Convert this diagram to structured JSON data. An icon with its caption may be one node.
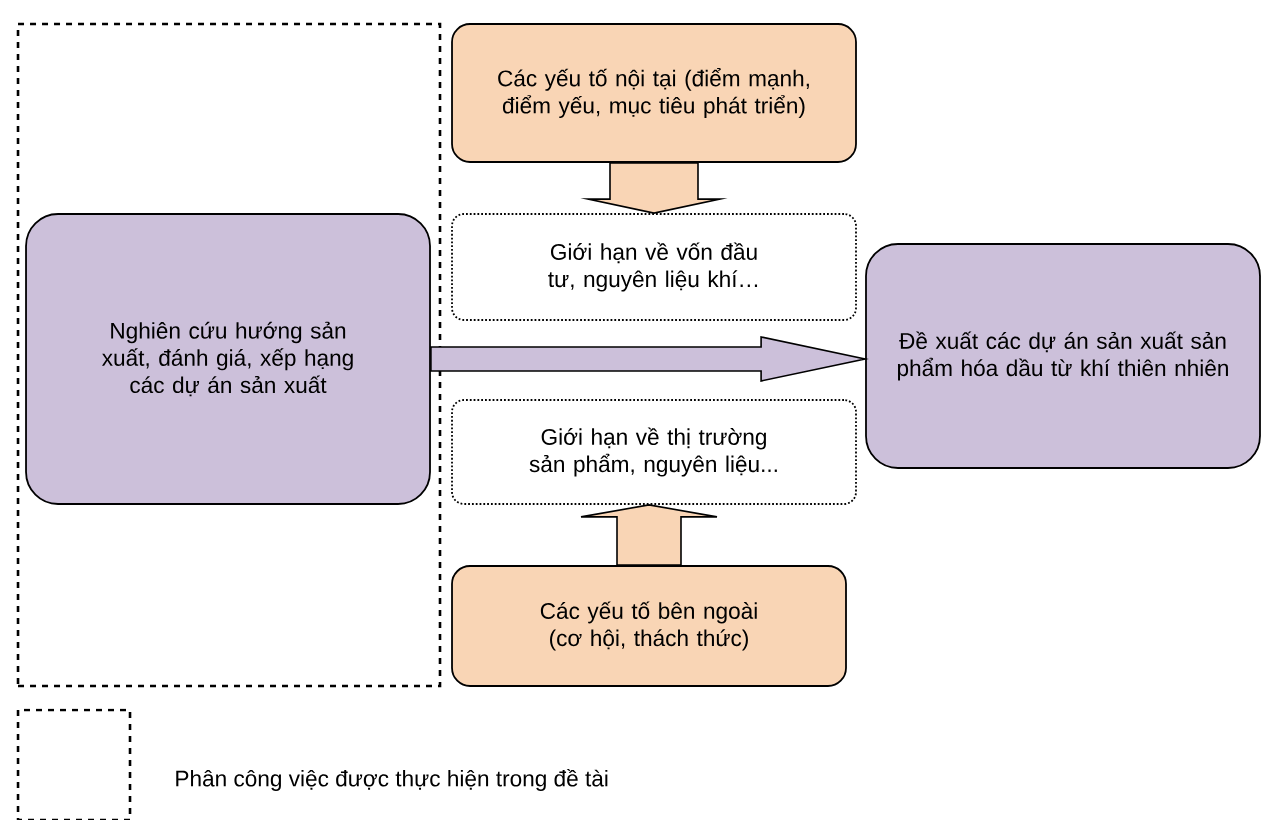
{
  "diagram": {
    "nodes": [
      {
        "text": [],
        "shape": "box"
      },
      {
        "text": [
          "Các yếu tố nội tại (điểm mạnh, điểm yếu, mục tiêu phát triển)"
        ]
      },
      {
        "text": [
          "Giới hạn về vốn đầu tư, nguyên liệu khí…"
        ]
      },
      {
        "text": [
          "Nghiên cứu hướng sản xuất, đánh giá, xếp hạng các dự án sản xuất"
        ],
        "in": 0
      },
      {
        "text": [
          "Đề xuất các dự án sản xuất sản phẩm hóa dầu từ khí thiên nhiên"
        ]
      },
      {
        "text": [
          "Giới hạn về thị trường sản phẩm, nguyên liệu..."
        ]
      },
      {
        "text": [
          "Các yếu tố bên ngoài (cơ hội, thách thức)"
        ]
      }
    ],
    "edges": [
      {
        "from": 1,
        "to": 2,
        "arrow": "to"
      },
      {
        "from": 3,
        "to": 4,
        "arrow": "to"
      },
      {
        "from": 6,
        "to": 5,
        "arrow": "to"
      }
    ],
    "legend": [
      {
        "text": "Phân công việc được thực hiện trong đề tài"
      }
    ]
  }
}
